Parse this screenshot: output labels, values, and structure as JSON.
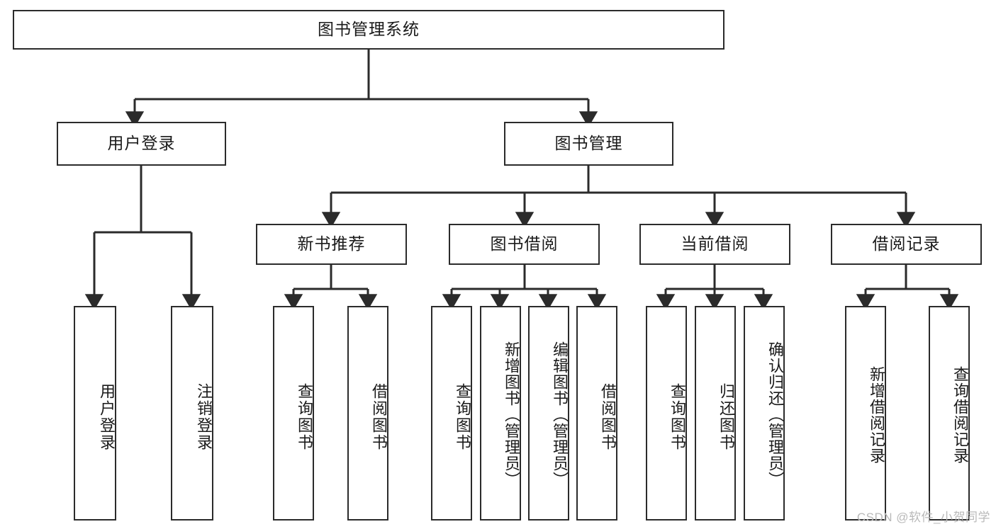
{
  "diagram": {
    "title": "图书管理系统",
    "root": {
      "id": "root",
      "label": "图书管理系统"
    },
    "level1": [
      {
        "id": "user-login",
        "label": "用户登录"
      },
      {
        "id": "book-manage",
        "label": "图书管理"
      }
    ],
    "level2": [
      {
        "id": "new-book-recommend",
        "label": "新书推荐",
        "parent": "book-manage"
      },
      {
        "id": "book-borrow",
        "label": "图书借阅",
        "parent": "book-manage"
      },
      {
        "id": "current-borrow",
        "label": "当前借阅",
        "parent": "book-manage"
      },
      {
        "id": "borrow-record",
        "label": "借阅记录",
        "parent": "book-manage"
      }
    ],
    "leaves": [
      {
        "id": "leaf-user-login",
        "label": "用户登录",
        "parent": "user-login"
      },
      {
        "id": "leaf-user-logout",
        "label": "注销登录",
        "parent": "user-login"
      },
      {
        "id": "leaf-query-book-1",
        "label": "查询图书",
        "parent": "new-book-recommend"
      },
      {
        "id": "leaf-borrow-book-1",
        "label": "借阅图书",
        "parent": "new-book-recommend"
      },
      {
        "id": "leaf-query-book-2",
        "label": "查询图书",
        "parent": "book-borrow"
      },
      {
        "id": "leaf-add-book",
        "label": "新增图书（管理员）",
        "parent": "book-borrow"
      },
      {
        "id": "leaf-edit-book",
        "label": "编辑图书（管理员）",
        "parent": "book-borrow"
      },
      {
        "id": "leaf-borrow-book-2",
        "label": "借阅图书",
        "parent": "book-borrow"
      },
      {
        "id": "leaf-query-book-3",
        "label": "查询图书",
        "parent": "current-borrow"
      },
      {
        "id": "leaf-return-book",
        "label": "归还图书",
        "parent": "current-borrow"
      },
      {
        "id": "leaf-confirm-return",
        "label": "确认归还（管理员）",
        "parent": "current-borrow"
      },
      {
        "id": "leaf-add-record",
        "label": "新增借阅记录",
        "parent": "borrow-record"
      },
      {
        "id": "leaf-query-record",
        "label": "查询借阅记录",
        "parent": "borrow-record"
      }
    ],
    "colors": {
      "stroke": "#2b2b2b",
      "fill": "#ffffff",
      "text": "#1a1a1a",
      "watermark": "#b9b9b9"
    }
  },
  "watermark": {
    "text": "CSDN @软件_小贺同学"
  }
}
